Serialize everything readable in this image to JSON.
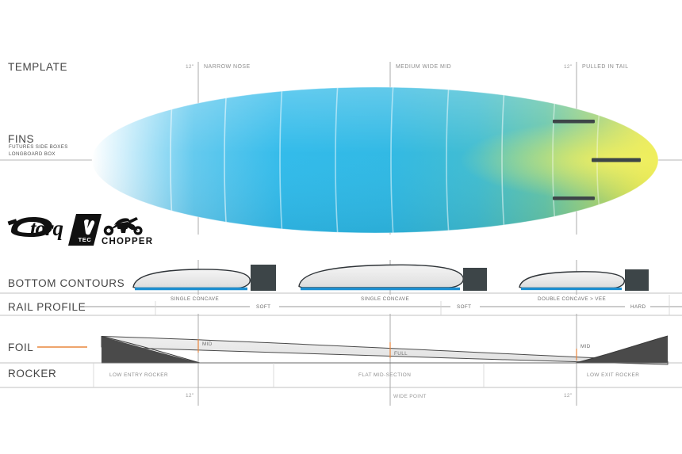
{
  "rows": {
    "template": "TEMPLATE",
    "fins": "FINS",
    "fins_sub1": "FUTURES SIDE BOXES",
    "fins_sub2": "LONGBOARD BOX",
    "bottom_contours": "BOTTOM  CONTOURS",
    "rail_profile": "RAIL PROFILE",
    "foil": "FOIL",
    "rocker": "ROCKER"
  },
  "template_ticks": {
    "left_measure": "12\"",
    "left_zone": "NARROW NOSE",
    "mid_zone": "MEDIUM WIDE MID",
    "right_measure": "12\"",
    "right_zone": "PULLED IN TAIL"
  },
  "bottom_ticks": {
    "left_measure": "12\"",
    "center_label": "WIDE POINT",
    "right_measure": "12\""
  },
  "contours": {
    "nose": "SINGLE CONCAVE",
    "mid": "SINGLE CONCAVE",
    "tail": "DOUBLE CONCAVE > VEE"
  },
  "rails": {
    "soft_nose": "SOFT",
    "soft_mid": "SOFT",
    "hard_tail": "HARD"
  },
  "foil_marks": {
    "nose": "MID",
    "center": "FULL",
    "tail": "MID"
  },
  "rocker_zones": {
    "entry": "LOW ENTRY ROCKER",
    "flat": "FLAT MID-SECTION",
    "exit": "LOW EXIT ROCKER"
  },
  "brands": {
    "primary": "torq",
    "tech": "TEC",
    "model": "CHOPPER"
  },
  "colors": {
    "board_nose": "#7fd4f0",
    "board_mid": "#29b6e8",
    "board_tail": "#e8e84a",
    "board_tail_mid": "#5fc8a8",
    "rail_stripe": "#1e8fd0",
    "foil_dark": "#4a4a4a",
    "foil_light": "#e6e6e6",
    "accent_orange": "#e8853c",
    "guide": "#b0b0b0",
    "finbox": "#3d4548"
  }
}
